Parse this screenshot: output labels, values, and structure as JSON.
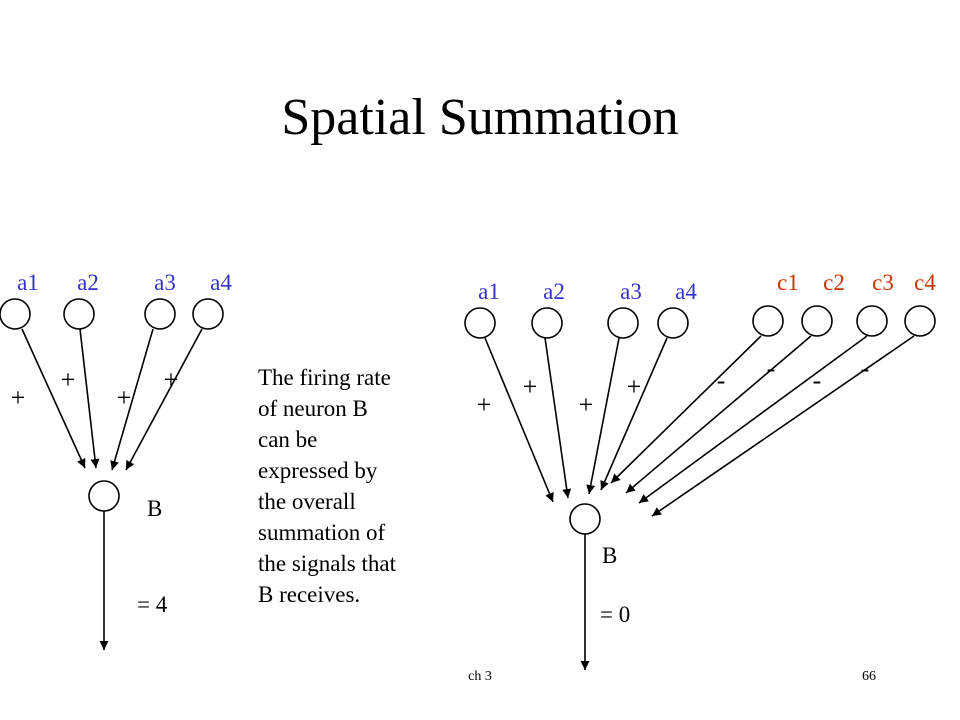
{
  "title": "Spatial Summation",
  "colors": {
    "a_label": "#3333cc",
    "c_label": "#cc3300",
    "text": "#000000"
  },
  "left": {
    "labels": [
      "a1",
      "a2",
      "a3",
      "a4"
    ],
    "signs": [
      "+",
      "+",
      "+",
      "+"
    ],
    "target": "B",
    "result": "= 4"
  },
  "right": {
    "a_labels": [
      "a1",
      "a2",
      "a3",
      "a4"
    ],
    "c_labels": [
      "c1",
      "c2",
      "c3",
      "c4"
    ],
    "a_signs": [
      "+",
      "+",
      "+",
      "+"
    ],
    "c_signs": [
      "-",
      "-",
      "-",
      "-"
    ],
    "target": "B",
    "result": "= 0"
  },
  "description": [
    "The firing rate",
    "of neuron B",
    "can be",
    "expressed by",
    "the overall",
    "summation of",
    "the signals that",
    "B receives."
  ],
  "footer": {
    "left": "ch 3",
    "right": "66"
  }
}
